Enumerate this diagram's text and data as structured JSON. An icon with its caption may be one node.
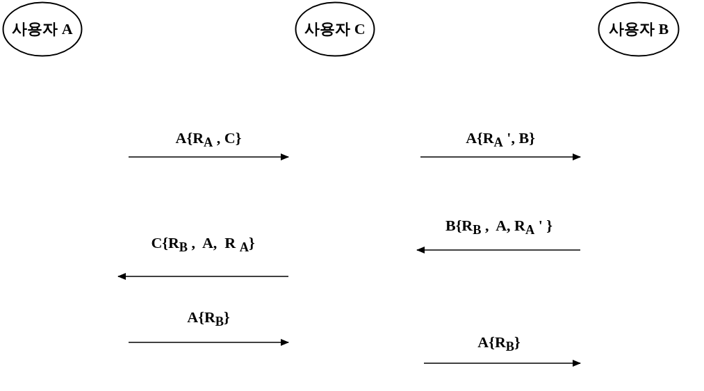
{
  "diagram": {
    "nodes": [
      {
        "text": [
          "사용자 A"
        ]
      },
      {
        "text": [
          "사용자 C"
        ]
      },
      {
        "text": [
          "사용자 B"
        ]
      }
    ],
    "labels": [
      "A{R$_{A}$ , C}",
      "A{R$_{A}$ ', B}",
      "B{R$_{B}$ ,  A, R$_{A}$ ' }",
      "C{R$_{B}$ ,  A,  R $_{A}$}",
      "A{R$_{B}$}",
      "A{R$_{B}$}"
    ]
  }
}
